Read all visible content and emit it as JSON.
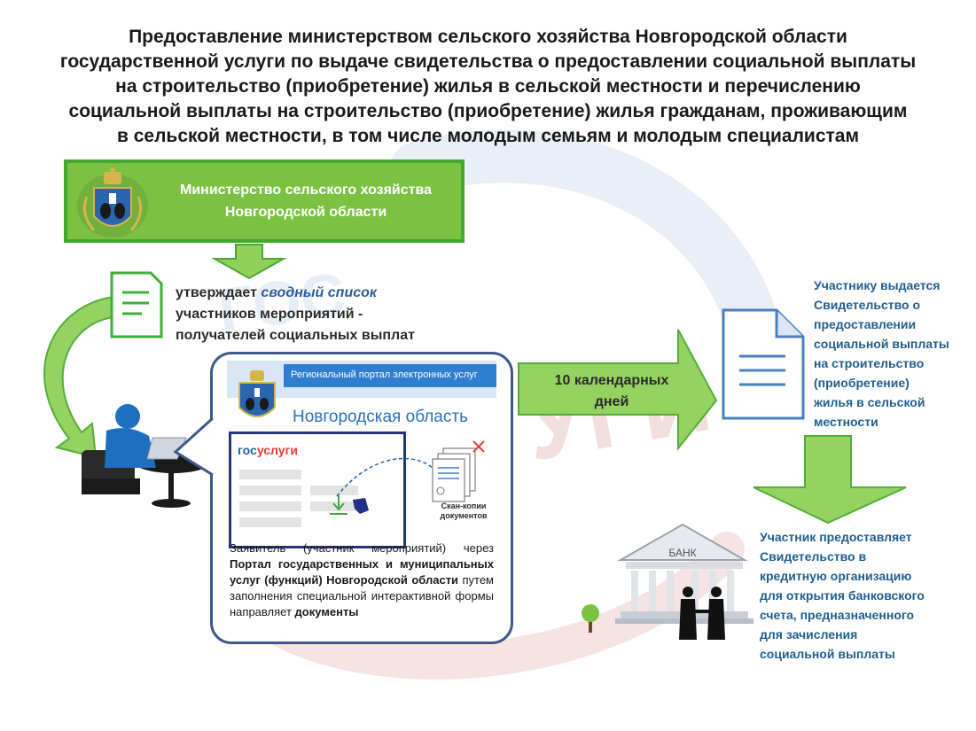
{
  "title_lines": [
    "Предоставление министерством сельского хозяйства Новгородской области",
    "государственной услуги по выдаче свидетельства о предоставлении социальной выплаты",
    "на строительство (приобретение) жилья в сельской местности и перечислению",
    "социальной выплаты на строительство (приобретение) жилья гражданам, проживающим",
    "в сельской местности, в том числе молодым семьям и молодым специалистам"
  ],
  "ministry": {
    "line1": "Министерство сельского хозяйства",
    "line2": "Новгородской области"
  },
  "approve": {
    "prefix": "утверждает ",
    "highlight": "сводный список",
    "line2": "участников мероприятий -",
    "line3": "получателей социальных выплат"
  },
  "portal": {
    "header_label": "Региональный портал электронных услуг",
    "region": "Новгородская область",
    "logo_part1": "гос",
    "logo_part2": "услуги",
    "scan_caption": "Скан-копии документов"
  },
  "applicant": {
    "t1": "Заявитель (участник мероприятий) через ",
    "b1": "Портал государственных и муниципальных услуг (функций) Новгородской области",
    "t2": " путем заполнения специальной интерактивной формы направляет ",
    "b2": "документы"
  },
  "days": {
    "line1": "10 календарных",
    "line2": "дней"
  },
  "issued_lines": [
    "Участнику выдается",
    "Свидетельство о",
    "предоставлении",
    "социальной выплаты",
    "на строительство",
    "(приобретение)",
    "жилья в сельской",
    "местности"
  ],
  "bank_label": "БАНК",
  "bank_lines": [
    "Участник предоставляет",
    "Свидетельство в",
    "кредитную организацию",
    "для открытия банковского",
    "счета, предназначенного",
    "для зачисления",
    "социальной выплаты"
  ],
  "watermark": {
    "text1": "ГОС",
    "text2": "УГИ"
  },
  "colors": {
    "green": "#7cc242",
    "green_dark": "#44a82e",
    "arrow_green": "#8fd15a",
    "navy": "#3d5a8a",
    "text_blue": "#1f5e8f",
    "doc_blue": "#4a7fc0"
  }
}
